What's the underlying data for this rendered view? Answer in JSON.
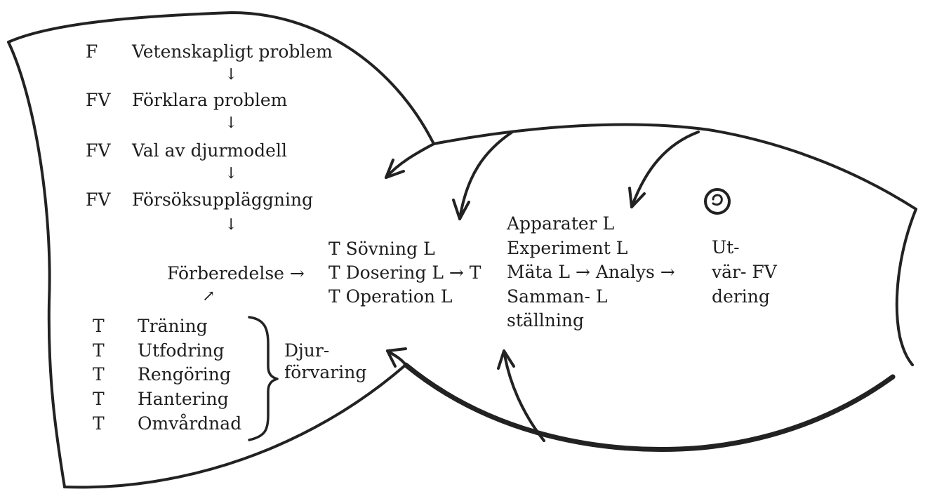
{
  "tail": {
    "steps": [
      {
        "code": "F",
        "label": "Vetenskapligt problem"
      },
      {
        "code": "FV",
        "label": "Förklara problem"
      },
      {
        "code": "FV",
        "label": "Val av djurmodell"
      },
      {
        "code": "FV",
        "label": "Försöksuppläggning"
      }
    ],
    "down_arrow": "↓",
    "diag_arrow": "↗",
    "forberedelse": "Förberedelse →",
    "care_items": [
      {
        "code": "T",
        "label": "Träning"
      },
      {
        "code": "T",
        "label": "Utfodring"
      },
      {
        "code": "T",
        "label": "Rengöring"
      },
      {
        "code": "T",
        "label": "Hantering"
      },
      {
        "code": "T",
        "label": "Omvårdnad"
      }
    ],
    "care_group_line1": "Djur-",
    "care_group_line2": "förvaring"
  },
  "body": {
    "procedures": [
      "T Sövning L",
      "T Dosering L → T",
      "T Operation L"
    ],
    "lab": [
      "Apparater L",
      "Experiment L",
      "Mäta L → Analys →",
      "Samman- L",
      "ställning"
    ],
    "eval": [
      "Ut-",
      "vär- FV",
      "dering"
    ]
  }
}
